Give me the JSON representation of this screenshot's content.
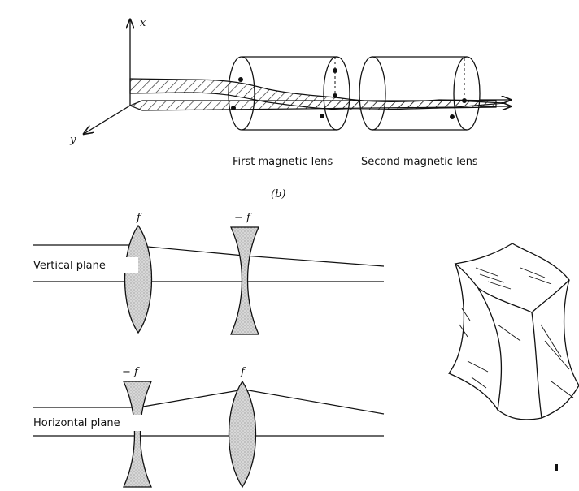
{
  "panel_b": {
    "axis_x": "x",
    "axis_y": "y",
    "first_lens": "First magnetic lens",
    "second_lens": "Second magnetic lens",
    "caption": "(b)"
  },
  "vertical": {
    "label": "Vertical plane",
    "lens1_focal": "f",
    "lens2_focal": "− f"
  },
  "horizontal": {
    "label": "Horizontal plane",
    "lens1_focal": "− f",
    "lens2_focal": "f"
  }
}
